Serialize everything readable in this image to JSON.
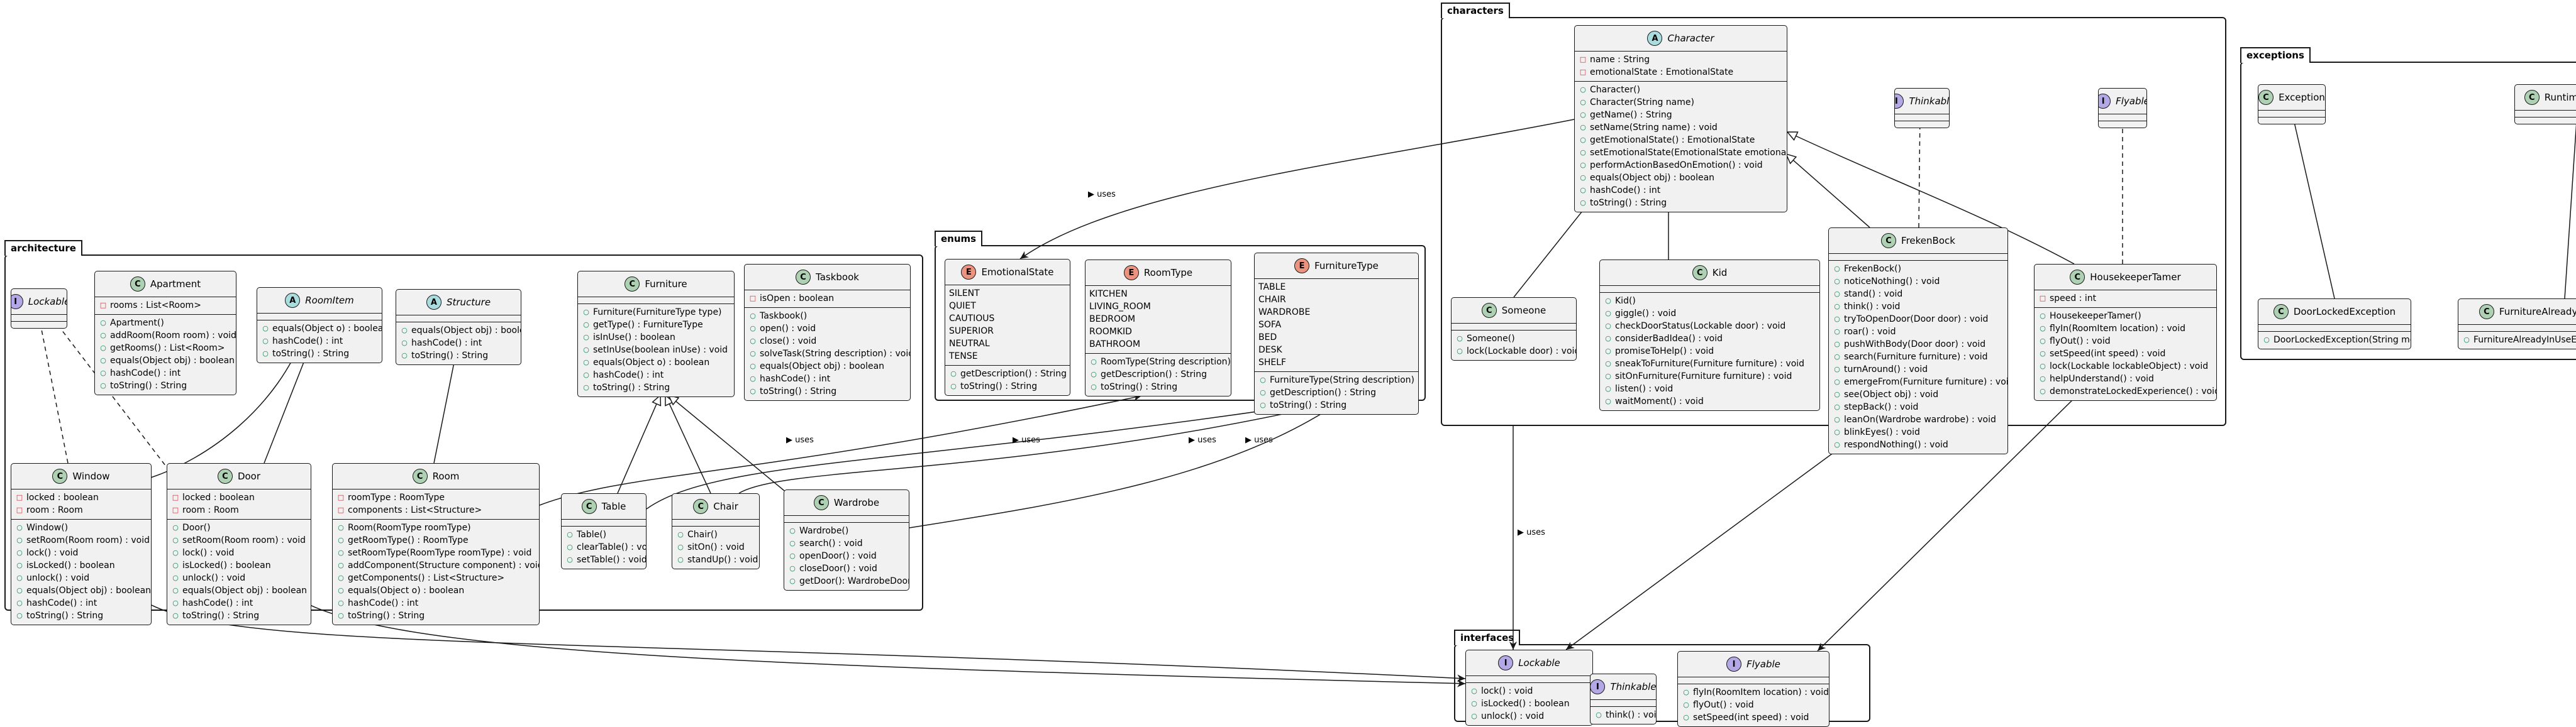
{
  "packages": [
    {
      "id": "characters",
      "name": "characters"
    },
    {
      "id": "exceptions",
      "name": "exceptions"
    },
    {
      "id": "architecture",
      "name": "architecture"
    },
    {
      "id": "enums",
      "name": "enums"
    },
    {
      "id": "interfaces",
      "name": "interfaces"
    }
  ],
  "classes": [
    {
      "id": "Character",
      "kind": "A",
      "name": "Character",
      "abstract": true,
      "fields": [
        {
          "vis": "-",
          "text": "name : String"
        },
        {
          "vis": "-",
          "text": "emotionalState : EmotionalState"
        }
      ],
      "methods": [
        {
          "vis": "+",
          "text": "Character()"
        },
        {
          "vis": "+",
          "text": "Character(String name)"
        },
        {
          "vis": "+",
          "text": "getName() : String"
        },
        {
          "vis": "+",
          "text": "setName(String name) : void"
        },
        {
          "vis": "+",
          "text": "getEmotionalState() : EmotionalState"
        },
        {
          "vis": "+",
          "text": "setEmotionalState(EmotionalState emotionalState) : void"
        },
        {
          "vis": "+",
          "text": "performActionBasedOnEmotion() : void"
        },
        {
          "vis": "+",
          "text": "equals(Object obj) : boolean"
        },
        {
          "vis": "+",
          "text": "hashCode() : int"
        },
        {
          "vis": "+",
          "text": "toString() : String"
        }
      ]
    },
    {
      "id": "ThinkableTop",
      "kind": "I",
      "name": "Thinkable",
      "abstract": true,
      "fields": [],
      "methods": []
    },
    {
      "id": "FlyableTop",
      "kind": "I",
      "name": "Flyable",
      "abstract": true,
      "fields": [],
      "methods": []
    },
    {
      "id": "Someone",
      "kind": "C",
      "name": "Someone",
      "fields": [],
      "methods": [
        {
          "vis": "+",
          "text": "Someone()"
        },
        {
          "vis": "+",
          "text": "lock(Lockable door) : void"
        }
      ]
    },
    {
      "id": "Kid",
      "kind": "C",
      "name": "Kid",
      "fields": [],
      "methods": [
        {
          "vis": "+",
          "text": "Kid()"
        },
        {
          "vis": "+",
          "text": "giggle() : void"
        },
        {
          "vis": "+",
          "text": "checkDoorStatus(Lockable door) : void"
        },
        {
          "vis": "+",
          "text": "considerBadIdea() : void"
        },
        {
          "vis": "+",
          "text": "promiseToHelp() : void"
        },
        {
          "vis": "+",
          "text": "sneakToFurniture(Furniture furniture) : void"
        },
        {
          "vis": "+",
          "text": "sitOnFurniture(Furniture furniture) : void"
        },
        {
          "vis": "+",
          "text": "listen() : void"
        },
        {
          "vis": "+",
          "text": "waitMoment() : void"
        }
      ]
    },
    {
      "id": "FrekenBock",
      "kind": "C",
      "name": "FrekenBock",
      "fields": [],
      "methods": [
        {
          "vis": "+",
          "text": "FrekenBock()"
        },
        {
          "vis": "+",
          "text": "noticeNothing() : void"
        },
        {
          "vis": "+",
          "text": "stand() : void"
        },
        {
          "vis": "+",
          "text": "think() : void"
        },
        {
          "vis": "+",
          "text": "tryToOpenDoor(Door door) : void"
        },
        {
          "vis": "+",
          "text": "roar() : void"
        },
        {
          "vis": "+",
          "text": "pushWithBody(Door door) : void"
        },
        {
          "vis": "+",
          "text": "search(Furniture furniture) : void"
        },
        {
          "vis": "+",
          "text": "turnAround() : void"
        },
        {
          "vis": "+",
          "text": "emergeFrom(Furniture furniture) : void"
        },
        {
          "vis": "+",
          "text": "see(Object obj) : void"
        },
        {
          "vis": "+",
          "text": "stepBack() : void"
        },
        {
          "vis": "+",
          "text": "leanOn(Wardrobe wardrobe) : void"
        },
        {
          "vis": "+",
          "text": "blinkEyes() : void"
        },
        {
          "vis": "+",
          "text": "respondNothing() : void"
        }
      ]
    },
    {
      "id": "HousekeeperTamer",
      "kind": "C",
      "name": "HousekeeperTamer",
      "fields": [
        {
          "vis": "-",
          "text": "speed : int"
        }
      ],
      "methods": [
        {
          "vis": "+",
          "text": "HousekeeperTamer()"
        },
        {
          "vis": "+",
          "text": "flyIn(RoomItem location) : void"
        },
        {
          "vis": "+",
          "text": "flyOut() : void"
        },
        {
          "vis": "+",
          "text": "setSpeed(int speed) : void"
        },
        {
          "vis": "+",
          "text": "lock(Lockable lockableObject) : void"
        },
        {
          "vis": "+",
          "text": "helpUnderstand() : void"
        },
        {
          "vis": "+",
          "text": "demonstrateLockedExperience() : void"
        }
      ]
    },
    {
      "id": "Exception",
      "kind": "C",
      "name": "Exception",
      "fields": [],
      "methods": []
    },
    {
      "id": "RuntimeException",
      "kind": "C",
      "name": "RuntimeException",
      "fields": [],
      "methods": []
    },
    {
      "id": "DoorLockedException",
      "kind": "C",
      "name": "DoorLockedException",
      "fields": [],
      "methods": [
        {
          "vis": "+",
          "text": "DoorLockedException(String message)"
        }
      ]
    },
    {
      "id": "FurnitureAlreadyInUseException",
      "kind": "C",
      "name": "FurnitureAlreadyInUseException",
      "fields": [],
      "methods": [
        {
          "vis": "+",
          "text": "FurnitureAlreadyInUseException(String message)"
        }
      ]
    },
    {
      "id": "LockableArch",
      "kind": "I",
      "name": "Lockable",
      "abstract": true,
      "fields": [],
      "methods": []
    },
    {
      "id": "Apartment",
      "kind": "C",
      "name": "Apartment",
      "fields": [
        {
          "vis": "-",
          "text": "rooms : List<Room>"
        }
      ],
      "methods": [
        {
          "vis": "+",
          "text": "Apartment()"
        },
        {
          "vis": "+",
          "text": "addRoom(Room room) : void"
        },
        {
          "vis": "+",
          "text": "getRooms() : List<Room>"
        },
        {
          "vis": "+",
          "text": "equals(Object obj) : boolean"
        },
        {
          "vis": "+",
          "text": "hashCode() : int"
        },
        {
          "vis": "+",
          "text": "toString() : String"
        }
      ]
    },
    {
      "id": "RoomItem",
      "kind": "A",
      "name": "RoomItem",
      "abstract": true,
      "fields": [],
      "methods": [
        {
          "vis": "+",
          "text": "equals(Object o) : boolean"
        },
        {
          "vis": "+",
          "text": "hashCode() : int"
        },
        {
          "vis": "+",
          "text": "toString() : String"
        }
      ]
    },
    {
      "id": "Structure",
      "kind": "A",
      "name": "Structure",
      "abstract": true,
      "fields": [],
      "methods": [
        {
          "vis": "+",
          "text": "equals(Object obj) : boolean"
        },
        {
          "vis": "+",
          "text": "hashCode() : int"
        },
        {
          "vis": "+",
          "text": "toString() : String"
        }
      ]
    },
    {
      "id": "Furniture",
      "kind": "C",
      "name": "Furniture",
      "fields": [],
      "methods": [
        {
          "vis": "+",
          "text": "Furniture(FurnitureType type)"
        },
        {
          "vis": "+",
          "text": "getType() : FurnitureType"
        },
        {
          "vis": "+",
          "text": "isInUse() : boolean"
        },
        {
          "vis": "+",
          "text": "setInUse(boolean inUse) : void"
        },
        {
          "vis": "+",
          "text": "equals(Object o) : boolean"
        },
        {
          "vis": "+",
          "text": "hashCode() : int"
        },
        {
          "vis": "+",
          "text": "toString() : String"
        }
      ]
    },
    {
      "id": "Taskbook",
      "kind": "C",
      "name": "Taskbook",
      "fields": [
        {
          "vis": "-",
          "text": "isOpen : boolean"
        }
      ],
      "methods": [
        {
          "vis": "+",
          "text": "Taskbook()"
        },
        {
          "vis": "+",
          "text": "open() : void"
        },
        {
          "vis": "+",
          "text": "close() : void"
        },
        {
          "vis": "+",
          "text": "solveTask(String description) : void"
        },
        {
          "vis": "+",
          "text": "equals(Object obj) : boolean"
        },
        {
          "vis": "+",
          "text": "hashCode() : int"
        },
        {
          "vis": "+",
          "text": "toString() : String"
        }
      ]
    },
    {
      "id": "Window",
      "kind": "C",
      "name": "Window",
      "fields": [
        {
          "vis": "-",
          "text": "locked : boolean"
        },
        {
          "vis": "-",
          "text": "room : Room"
        }
      ],
      "methods": [
        {
          "vis": "+",
          "text": "Window()"
        },
        {
          "vis": "+",
          "text": "setRoom(Room room) : void"
        },
        {
          "vis": "+",
          "text": "lock() : void"
        },
        {
          "vis": "+",
          "text": "isLocked() : boolean"
        },
        {
          "vis": "+",
          "text": "unlock() : void"
        },
        {
          "vis": "+",
          "text": "equals(Object obj) : boolean"
        },
        {
          "vis": "+",
          "text": "hashCode() : int"
        },
        {
          "vis": "+",
          "text": "toString() : String"
        }
      ]
    },
    {
      "id": "Door",
      "kind": "C",
      "name": "Door",
      "fields": [
        {
          "vis": "-",
          "text": "locked : boolean"
        },
        {
          "vis": "-",
          "text": "room : Room"
        }
      ],
      "methods": [
        {
          "vis": "+",
          "text": "Door()"
        },
        {
          "vis": "+",
          "text": "setRoom(Room room) : void"
        },
        {
          "vis": "+",
          "text": "lock() : void"
        },
        {
          "vis": "+",
          "text": "isLocked() : boolean"
        },
        {
          "vis": "+",
          "text": "unlock() : void"
        },
        {
          "vis": "+",
          "text": "equals(Object obj) : boolean"
        },
        {
          "vis": "+",
          "text": "hashCode() : int"
        },
        {
          "vis": "+",
          "text": "toString() : String"
        }
      ]
    },
    {
      "id": "Room",
      "kind": "C",
      "name": "Room",
      "fields": [
        {
          "vis": "-",
          "text": "roomType : RoomType"
        },
        {
          "vis": "-",
          "text": "components : List<Structure>"
        }
      ],
      "methods": [
        {
          "vis": "+",
          "text": "Room(RoomType roomType)"
        },
        {
          "vis": "+",
          "text": "getRoomType() : RoomType"
        },
        {
          "vis": "+",
          "text": "setRoomType(RoomType roomType) : void"
        },
        {
          "vis": "+",
          "text": "addComponent(Structure component) : void"
        },
        {
          "vis": "+",
          "text": "getComponents() : List<Structure>"
        },
        {
          "vis": "+",
          "text": "equals(Object o) : boolean"
        },
        {
          "vis": "+",
          "text": "hashCode() : int"
        },
        {
          "vis": "+",
          "text": "toString() : String"
        }
      ]
    },
    {
      "id": "Table",
      "kind": "C",
      "name": "Table",
      "fields": [],
      "methods": [
        {
          "vis": "+",
          "text": "Table()"
        },
        {
          "vis": "+",
          "text": "clearTable() : void"
        },
        {
          "vis": "+",
          "text": "setTable() : void"
        }
      ]
    },
    {
      "id": "Chair",
      "kind": "C",
      "name": "Chair",
      "fields": [],
      "methods": [
        {
          "vis": "+",
          "text": "Chair()"
        },
        {
          "vis": "+",
          "text": "sitOn() : void"
        },
        {
          "vis": "+",
          "text": "standUp() : void"
        }
      ]
    },
    {
      "id": "Wardrobe",
      "kind": "C",
      "name": "Wardrobe",
      "fields": [],
      "methods": [
        {
          "vis": "+",
          "text": "Wardrobe()"
        },
        {
          "vis": "+",
          "text": "search() : void"
        },
        {
          "vis": "+",
          "text": "openDoor() : void"
        },
        {
          "vis": "+",
          "text": "closeDoor() : void"
        },
        {
          "vis": "+",
          "text": "getDoor(): WardrobeDoor"
        }
      ]
    },
    {
      "id": "EmotionalState",
      "kind": "E",
      "name": "EmotionalState",
      "fields": [
        {
          "vis": "",
          "text": "SILENT"
        },
        {
          "vis": "",
          "text": "QUIET"
        },
        {
          "vis": "",
          "text": "CAUTIOUS"
        },
        {
          "vis": "",
          "text": "SUPERIOR"
        },
        {
          "vis": "",
          "text": "NEUTRAL"
        },
        {
          "vis": "",
          "text": "TENSE"
        }
      ],
      "methods": [
        {
          "vis": "+",
          "text": "getDescription() : String"
        },
        {
          "vis": "+",
          "text": "toString() : String"
        }
      ]
    },
    {
      "id": "RoomType",
      "kind": "E",
      "name": "RoomType",
      "fields": [
        {
          "vis": "",
          "text": "KITCHEN"
        },
        {
          "vis": "",
          "text": "LIVING_ROOM"
        },
        {
          "vis": "",
          "text": "BEDROOM"
        },
        {
          "vis": "",
          "text": "ROOMKID"
        },
        {
          "vis": "",
          "text": "BATHROOM"
        }
      ],
      "methods": [
        {
          "vis": "+",
          "text": "RoomType(String description)"
        },
        {
          "vis": "+",
          "text": "getDescription() : String"
        },
        {
          "vis": "+",
          "text": "toString() : String"
        }
      ]
    },
    {
      "id": "FurnitureType",
      "kind": "E",
      "name": "FurnitureType",
      "fields": [
        {
          "vis": "",
          "text": "TABLE"
        },
        {
          "vis": "",
          "text": "CHAIR"
        },
        {
          "vis": "",
          "text": "WARDROBE"
        },
        {
          "vis": "",
          "text": "SOFA"
        },
        {
          "vis": "",
          "text": "BED"
        },
        {
          "vis": "",
          "text": "DESK"
        },
        {
          "vis": "",
          "text": "SHELF"
        }
      ],
      "methods": [
        {
          "vis": "+",
          "text": "FurnitureType(String description)"
        },
        {
          "vis": "+",
          "text": "getDescription() : String"
        },
        {
          "vis": "+",
          "text": "toString() : String"
        }
      ]
    },
    {
      "id": "Lockable",
      "kind": "I",
      "name": "Lockable",
      "abstract": true,
      "fields": [],
      "methods": [
        {
          "vis": "+",
          "text": "lock() : void"
        },
        {
          "vis": "+",
          "text": "isLocked() : boolean"
        },
        {
          "vis": "+",
          "text": "unlock() : void"
        }
      ]
    },
    {
      "id": "Thinkable",
      "kind": "I",
      "name": "Thinkable",
      "abstract": true,
      "fields": [],
      "methods": [
        {
          "vis": "+",
          "text": "think() : void"
        }
      ]
    },
    {
      "id": "Flyable",
      "kind": "I",
      "name": "Flyable",
      "abstract": true,
      "fields": [],
      "methods": [
        {
          "vis": "+",
          "text": "flyIn(RoomItem location) : void"
        },
        {
          "vis": "+",
          "text": "flyOut() : void"
        },
        {
          "vis": "+",
          "text": "setSpeed(int speed) : void"
        }
      ]
    }
  ],
  "edge_labels": {
    "uses": "uses"
  }
}
